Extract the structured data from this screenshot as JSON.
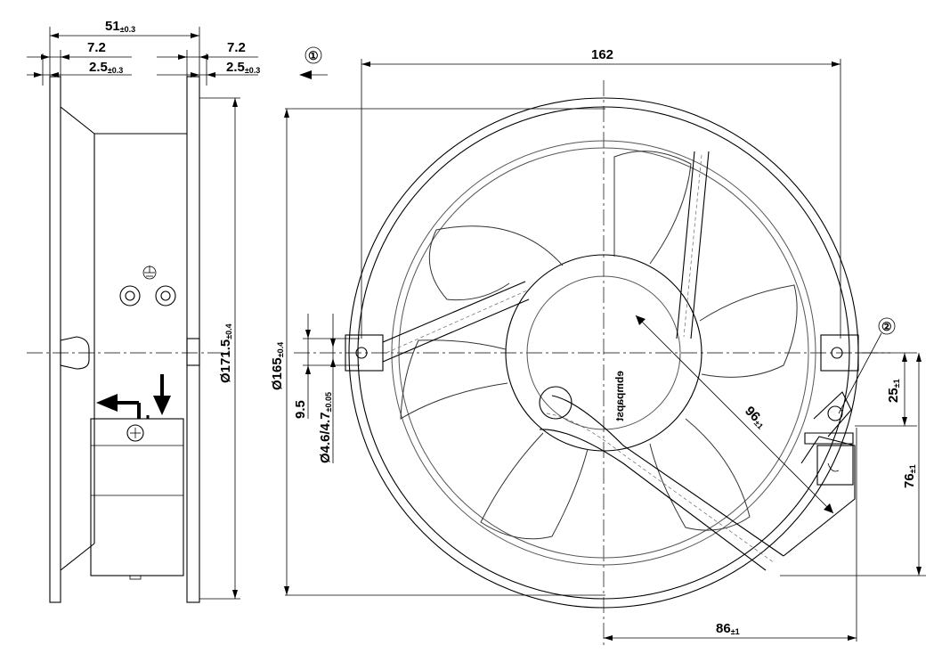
{
  "side_view": {
    "width": "51",
    "width_tol": "±0.3",
    "flange_left": "7.2",
    "flange_right": "7.2",
    "flange_thick_left": "2.5",
    "flange_thick_left_tol": "±0.3",
    "flange_thick_right": "2.5",
    "flange_thick_right_tol": "±0.3",
    "diameter": "Ø171.5",
    "diameter_tol": "±0.4"
  },
  "front_view": {
    "width": "162",
    "diameter": "Ø165",
    "diameter_tol": "±0.4",
    "hole_offset": "9.5",
    "hole_dia": "Ø4.6/4.7",
    "hole_dia_tol": "±0.05",
    "radius": "96",
    "radius_tol": "±1",
    "terminal_height": "25",
    "terminal_height_tol": "±1",
    "box_height": "76",
    "box_height_tol": "±1",
    "box_offset": "86",
    "box_offset_tol": "±1",
    "brand": "ebmpapst"
  },
  "callouts": {
    "airflow": "①",
    "terminal": "②"
  }
}
